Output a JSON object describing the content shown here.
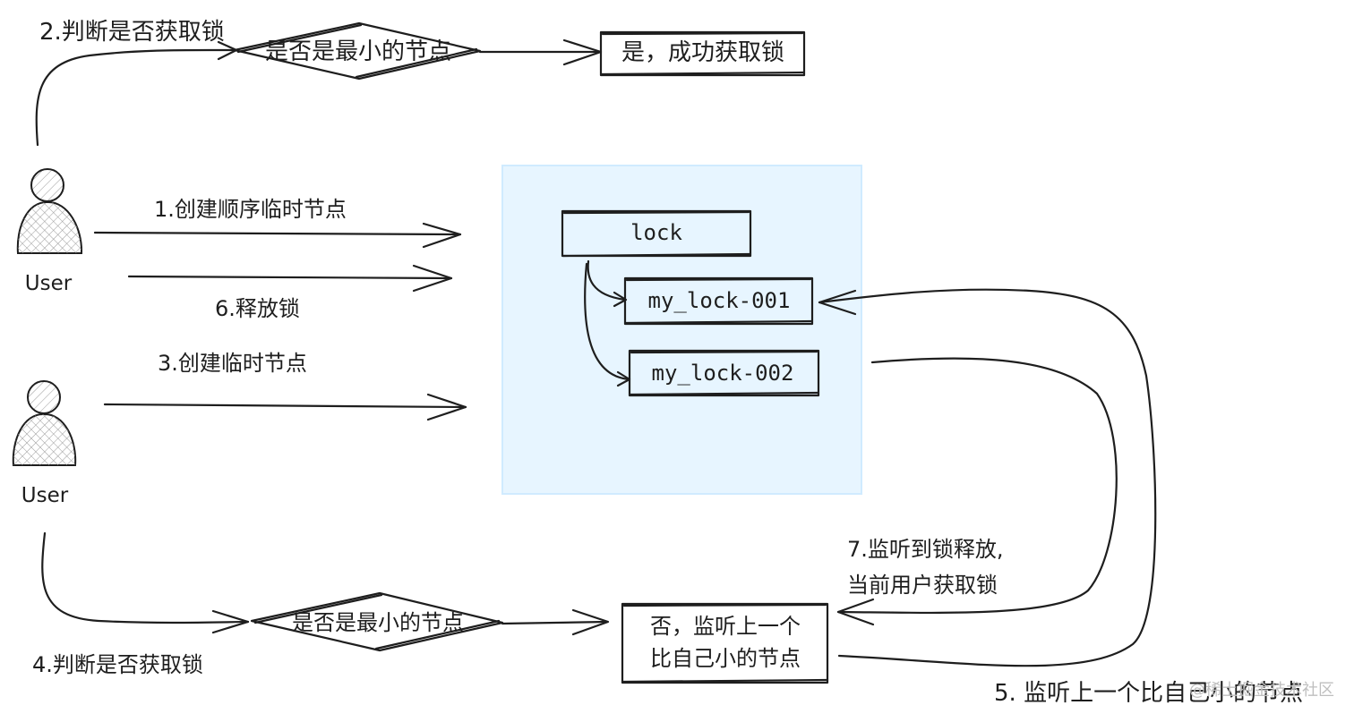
{
  "users": {
    "top_label": "User",
    "bottom_label": "User"
  },
  "steps": {
    "step1": "1.创建顺序临时节点",
    "step2": "2.判断是否获取锁",
    "step3": "3.创建临时节点",
    "step4": "4.判断是否获取锁",
    "step5": "5.  监听上一个比自己小的节点",
    "step6": "6.释放锁",
    "step7_line1": "7.监听到锁释放,",
    "step7_line2": "当前用户获取锁"
  },
  "decisions": {
    "top": "是否是最小的节点",
    "bottom": "是否是最小的节点"
  },
  "results": {
    "yes": "是，成功获取锁",
    "no_line1": "否，监听上一个",
    "no_line2": "比自己小的节点"
  },
  "tree": {
    "root": "lock",
    "node1": "my_lock-001",
    "node2": "my_lock-002"
  },
  "colors": {
    "container_fill": "#e7f5ff",
    "container_border": "#d0ebff",
    "stroke": "#1e1e1e",
    "user_fill": "#e6e6e6"
  },
  "watermark": "@稀土掘金技术社区"
}
